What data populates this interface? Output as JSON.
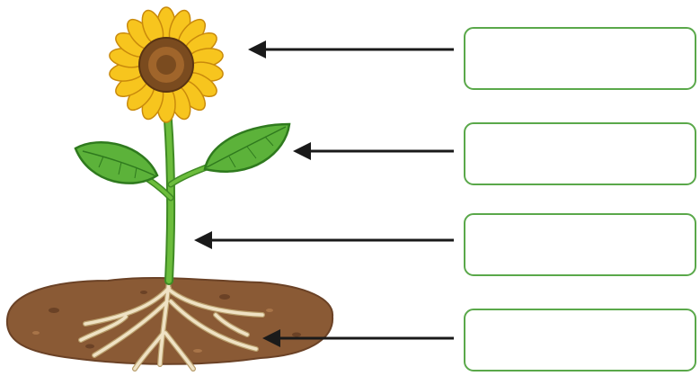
{
  "colors": {
    "petal": "#f7c51e",
    "petal_edge": "#c98a0c",
    "center": "#7a4b1f",
    "center_inner": "#a0652b",
    "leaf": "#5cb23a",
    "leaf_dark": "#2f7a1e",
    "stem": "#6cbd3c",
    "soil": "#8a5a35",
    "soil_dark": "#6b4226",
    "root": "#efe2c4",
    "root_edge": "#b89d6b",
    "arrow": "#1a1a1a",
    "box_border": "#5aa84a"
  },
  "labels": [
    {
      "part": "flower",
      "value": ""
    },
    {
      "part": "leaf",
      "value": ""
    },
    {
      "part": "stem",
      "value": ""
    },
    {
      "part": "roots",
      "value": ""
    }
  ]
}
